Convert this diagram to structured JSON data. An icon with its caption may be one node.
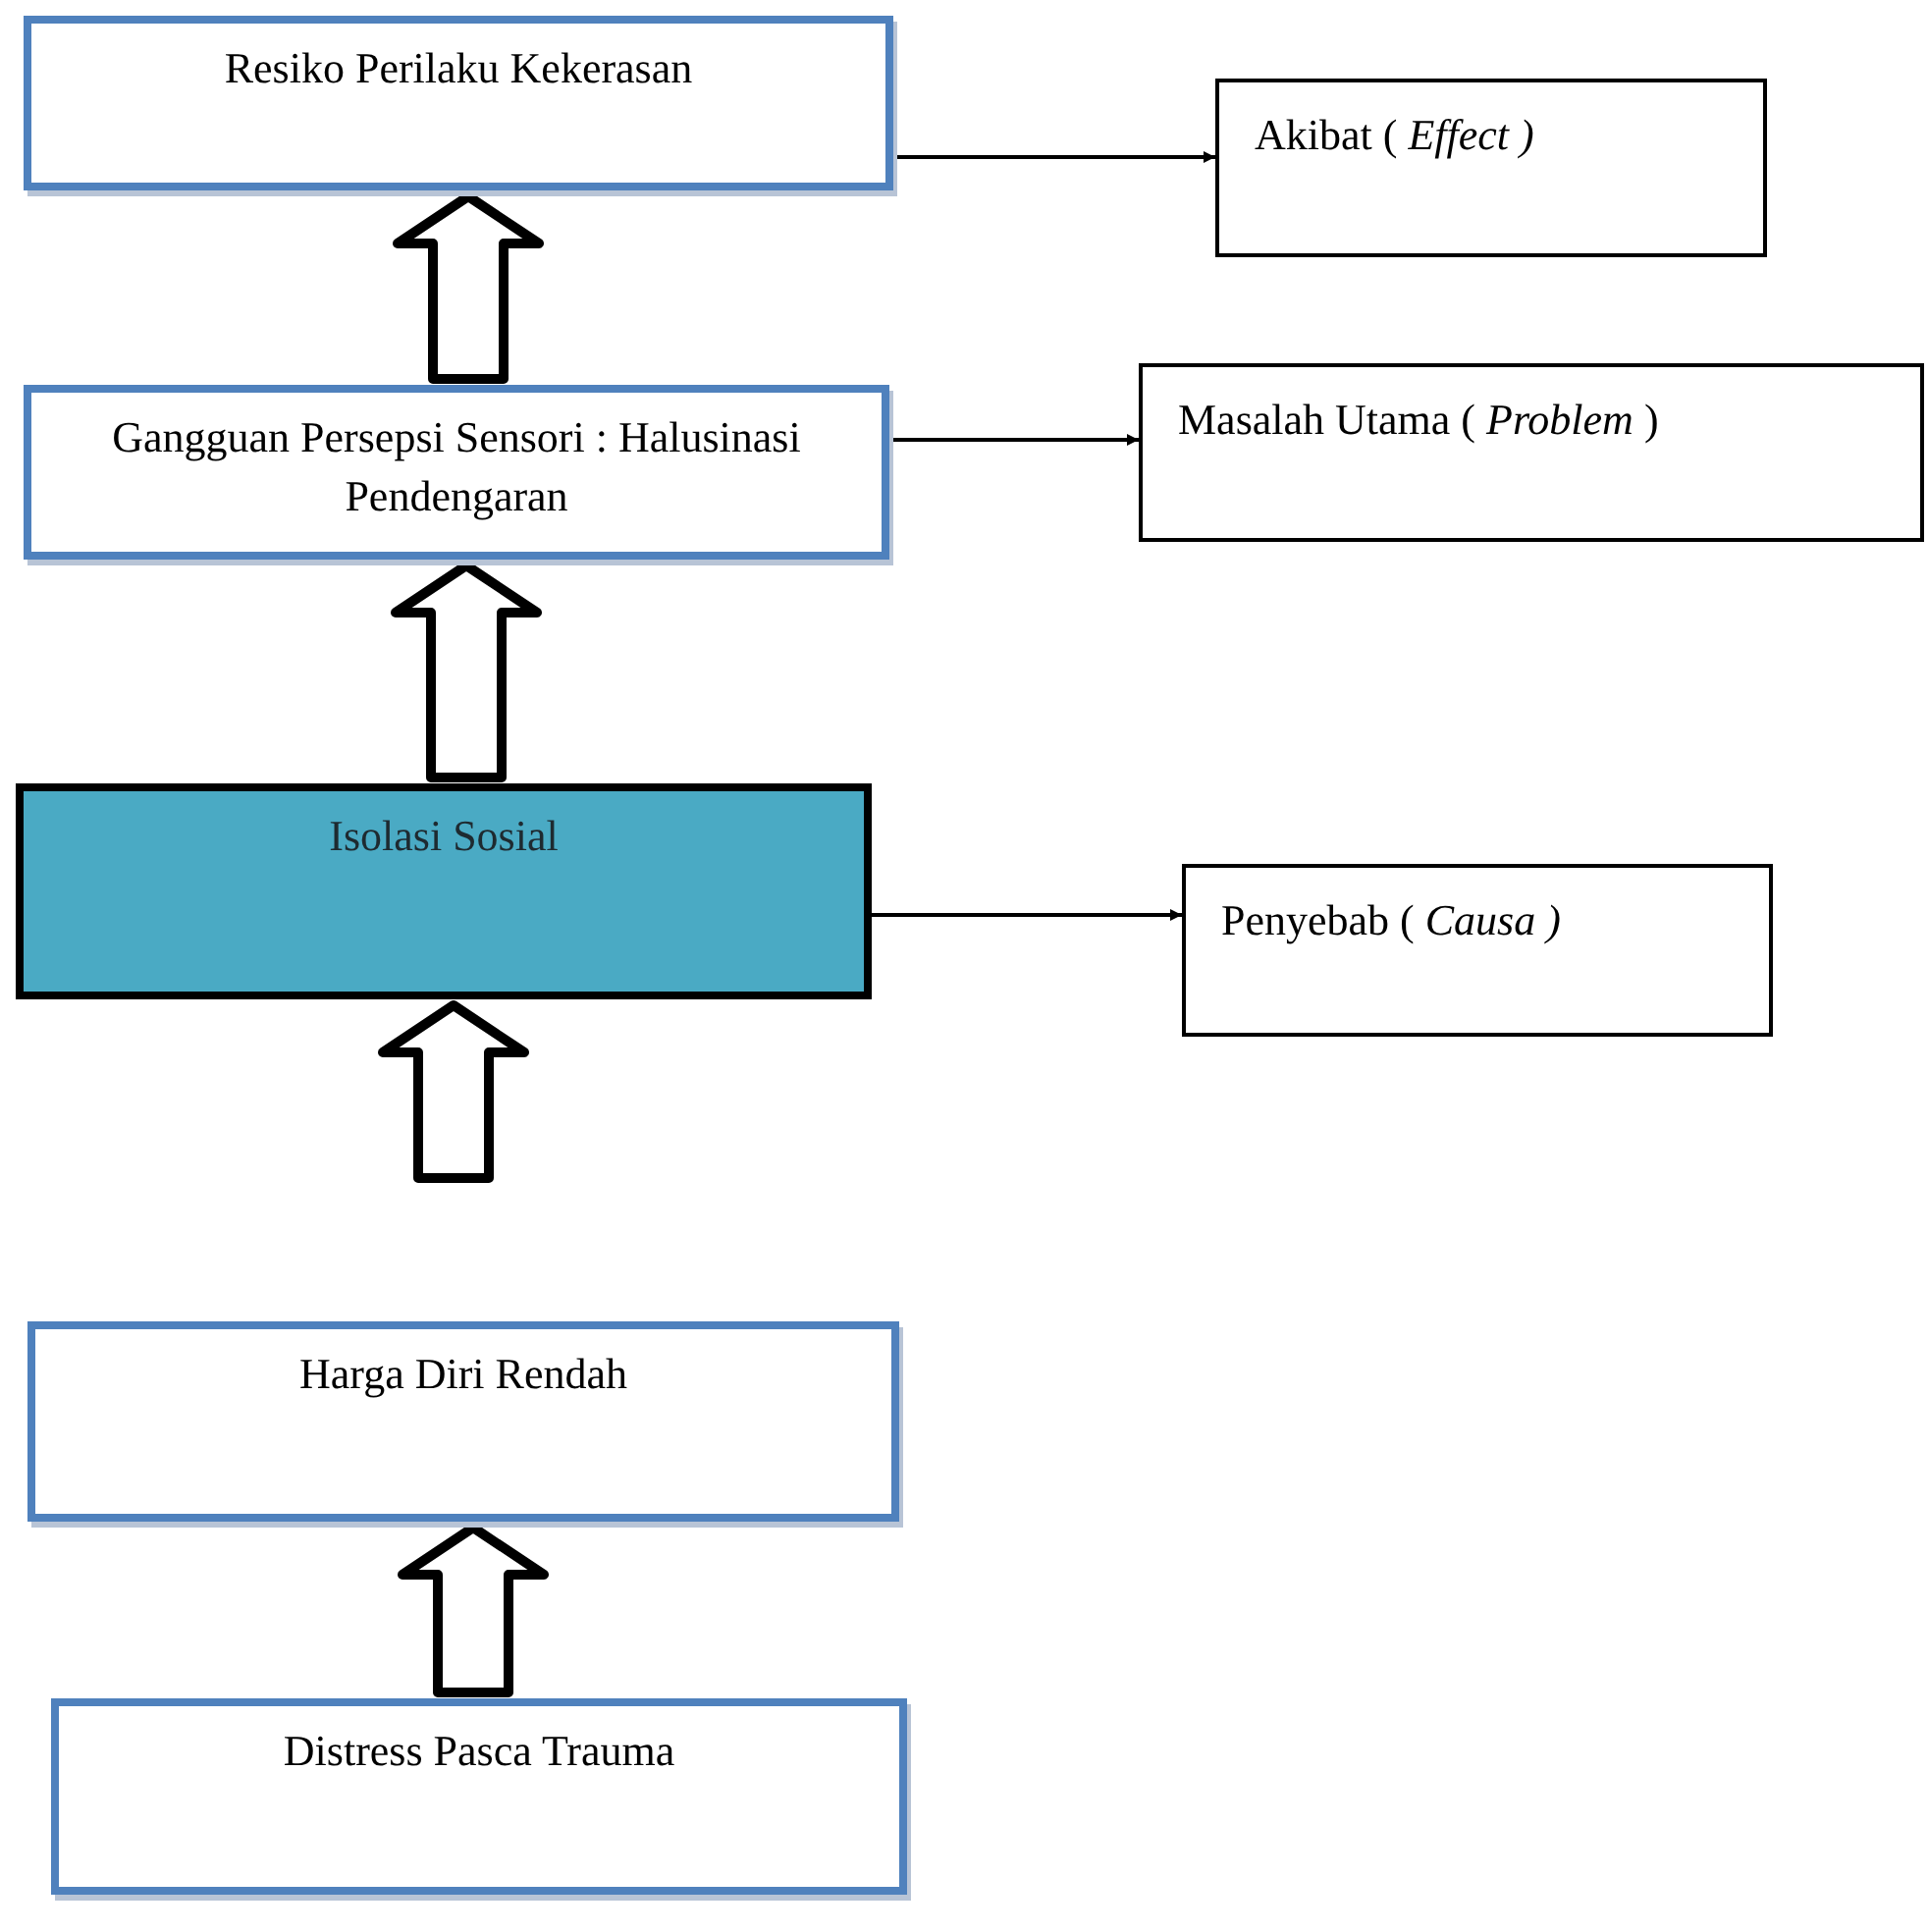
{
  "diagram": {
    "nodes": [
      {
        "text": [
          "Resiko Perilaku Kekerasan"
        ]
      },
      {
        "text": [
          "Akibat ( *Effect )*"
        ]
      },
      {
        "text": [
          "Gangguan Persepsi Sensori : Halusinasi Pendengaran"
        ]
      },
      {
        "text": [
          "Masalah Utama ( *Problem* )"
        ]
      },
      {
        "text": [
          "Isolasi Sosial"
        ]
      },
      {
        "text": [
          "Penyebab ( *Causa )*"
        ]
      },
      {
        "text": [
          "Harga Diri Rendah"
        ]
      },
      {
        "text": [
          "Distress Pasca Trauma"
        ]
      }
    ],
    "edges": [
      {
        "from": 2,
        "to": 0,
        "arrow": "to",
        "style": "thick"
      },
      {
        "from": 4,
        "to": 2,
        "arrow": "to",
        "style": "thick"
      },
      {
        "from": null,
        "to": 4,
        "arrow": "to",
        "style": "thick"
      },
      {
        "from": 7,
        "to": 6,
        "arrow": "to",
        "style": "thick"
      },
      {
        "from": 0,
        "to": 1,
        "arrow": "to"
      },
      {
        "from": 2,
        "to": 3,
        "arrow": "to"
      },
      {
        "from": 4,
        "to": 5,
        "arrow": "to"
      }
    ]
  }
}
